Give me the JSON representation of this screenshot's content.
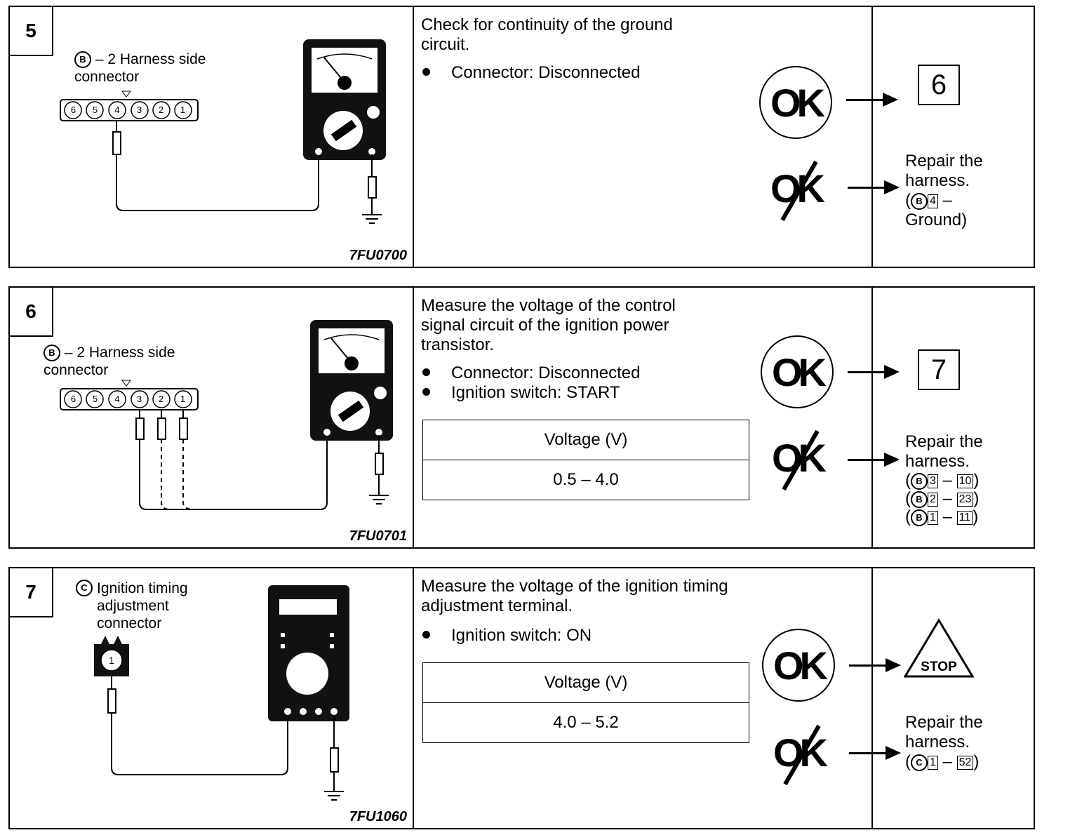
{
  "steps": [
    {
      "number": "5",
      "connector_letter": "B",
      "connector_label": "– 2  Harness side connector",
      "pins": [
        "6",
        "5",
        "4",
        "3",
        "2",
        "1"
      ],
      "figure_code": "7FU0700",
      "description": "Check for continuity of the ground circuit.",
      "bullets": [
        "Connector: Disconnected"
      ],
      "ok_label": "OK",
      "ng_label": "OK",
      "next_step": "6",
      "repair_text": "Repair the harness.",
      "repair_refs": [
        {
          "connector": "B",
          "pin": "4",
          "to": "Ground"
        }
      ]
    },
    {
      "number": "6",
      "connector_letter": "B",
      "connector_label": "– 2  Harness side connector",
      "pins": [
        "6",
        "5",
        "4",
        "3",
        "2",
        "1"
      ],
      "figure_code": "7FU0701",
      "description": "Measure the voltage of the control signal circuit of the ignition power transistor.",
      "bullets": [
        "Connector: Disconnected",
        "Ignition switch: START"
      ],
      "table_header": "Voltage  (V)",
      "table_value": "0.5  –  4.0",
      "ok_label": "OK",
      "ng_label": "OK",
      "next_step": "7",
      "repair_text": "Repair the harness.",
      "repair_refs": [
        {
          "connector": "B",
          "pin": "3",
          "to": "10"
        },
        {
          "connector": "B",
          "pin": "2",
          "to": "23"
        },
        {
          "connector": "B",
          "pin": "1",
          "to": "11"
        }
      ]
    },
    {
      "number": "7",
      "connector_letter": "C",
      "connector_label": "Ignition timing adjustment connector",
      "pins": [
        "1"
      ],
      "figure_code": "7FU1060",
      "description": "Measure the voltage of the ignition timing adjustment terminal.",
      "bullets": [
        "Ignition switch: ON"
      ],
      "table_header": "Voltage  (V)",
      "table_value": "4.0  –  5.2",
      "ok_label": "OK",
      "ng_label": "OK",
      "next_step": "STOP",
      "repair_text": "Repair the harness.",
      "repair_refs": [
        {
          "connector": "C",
          "pin": "1",
          "to": "52"
        }
      ]
    }
  ]
}
